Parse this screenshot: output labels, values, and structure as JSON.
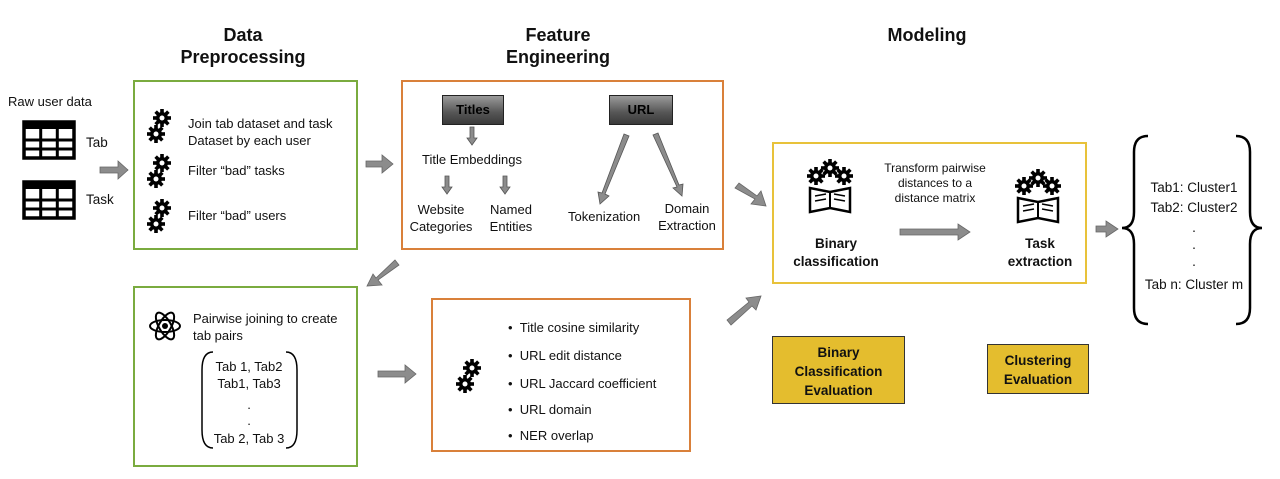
{
  "headers": {
    "data_preprocessing": "Data Preprocessing",
    "feature_engineering": "Feature Engineering",
    "modeling": "Modeling"
  },
  "inputs": {
    "raw_user_data": "Raw user data",
    "tab": "Tab",
    "task": "Task"
  },
  "preprocessing": {
    "step1": "Join tab dataset and task Dataset by each user",
    "step2": "Filter “bad” tasks",
    "step3": "Filter “bad” users"
  },
  "features": {
    "titles": "Titles",
    "url": "URL",
    "title_embeddings": "Title Embeddings",
    "website_categories": "Website Categories",
    "named_entities": "Named Entities",
    "tokenization": "Tokenization",
    "domain_extraction": "Domain Extraction"
  },
  "pairing": {
    "description": "Pairwise joining to create tab pairs",
    "pair1": "Tab 1, Tab2",
    "pair2": "Tab1, Tab3",
    "dot1": ".",
    "dot2": ".",
    "pair_last": "Tab 2, Tab 3"
  },
  "pair_features": [
    "Title cosine similarity",
    "URL edit distance",
    "URL Jaccard coefficient",
    "URL domain",
    "NER overlap"
  ],
  "modeling": {
    "binary_classification": "Binary classification",
    "transform": "Transform pairwise distances to a distance matrix",
    "task_extraction": "Task extraction",
    "binary_eval": "Binary Classification Evaluation",
    "clustering_eval": "Clustering Evaluation"
  },
  "output": {
    "line1": "Tab1: Cluster1",
    "line2": "Tab2: Cluster2",
    "dot1": ".",
    "dot2": ".",
    "dot3": ".",
    "line_last": "Tab n: Cluster m"
  },
  "colors": {
    "green": "#7aab3f",
    "orange": "#d9803a",
    "yellow": "#e8c23a",
    "gold": "#e4bd2e",
    "arrow": "#8c8c8c"
  }
}
